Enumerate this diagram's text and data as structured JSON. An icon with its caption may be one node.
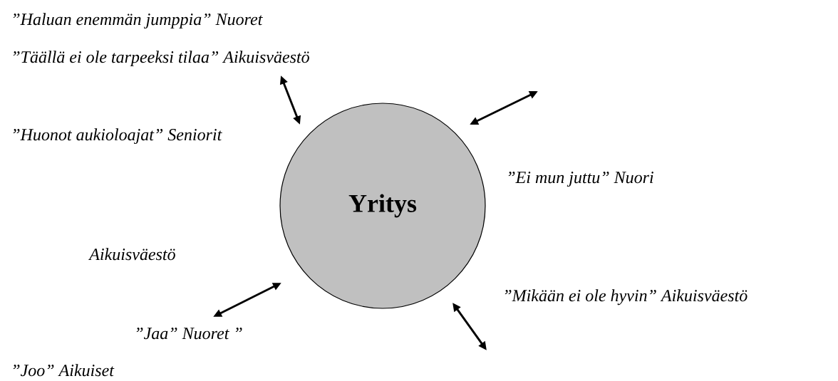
{
  "diagram": {
    "nodes": [
      {
        "text": [
          "Yritys"
        ]
      }
    ],
    "labels": [
      "”Haluan enemmän jumppia” Nuoret",
      "”Täällä ei ole tarpeeksi tilaa” Aikuisväestö",
      "”Huonot aukioloajat” Seniorit",
      "”Ei mun juttu” Nuori",
      "Aikuisväestö",
      "”Mikään ei ole hyvin” Aikuisväestö",
      "”Jaa” Nuoret ”",
      "”Joo” Aikuiset"
    ]
  }
}
